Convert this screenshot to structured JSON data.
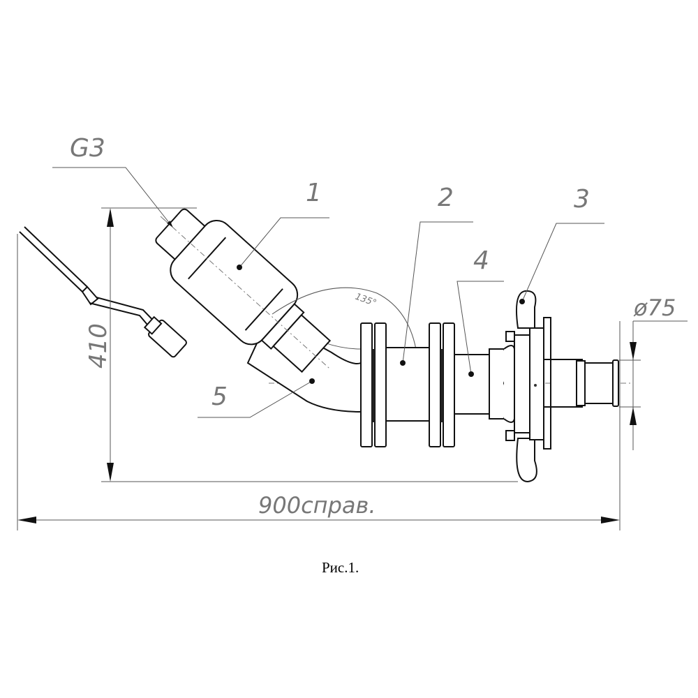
{
  "labels": {
    "thread": "G3",
    "part1": "1",
    "part2": "2",
    "part3": "3",
    "part4": "4",
    "part5": "5",
    "angle": "135°",
    "height": "410",
    "length": "900справ.",
    "diameter": "ø75"
  },
  "caption": "Рис.1."
}
